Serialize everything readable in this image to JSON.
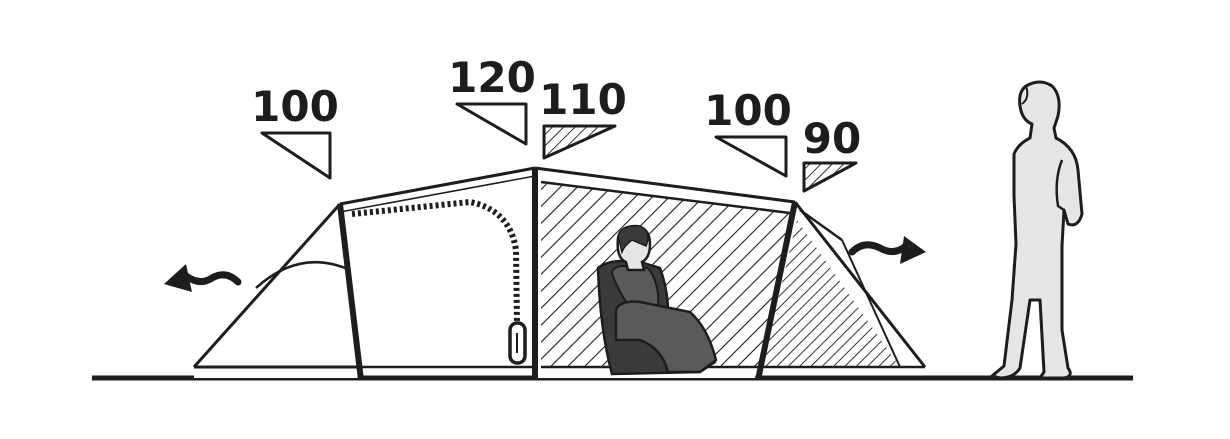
{
  "dimensions": [
    {
      "id": "rear-entrance-height",
      "label": "100"
    },
    {
      "id": "inner-tent-height",
      "label": "120"
    },
    {
      "id": "porch-height",
      "label": "110"
    },
    {
      "id": "porch-front-height",
      "label": "100"
    },
    {
      "id": "front-entrance-height",
      "label": "90"
    }
  ],
  "colors": {
    "line": "#1d1d1b",
    "tent_fill": "#ffffff",
    "person_fill": "#5a5a5a",
    "person_dark": "#3a3a3a",
    "standing_person_fill": "#e6e6e6"
  }
}
